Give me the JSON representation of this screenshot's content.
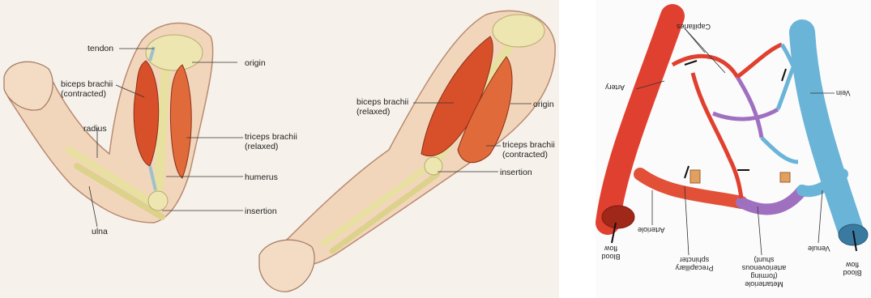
{
  "arm_flexed": {
    "tendon": "tendon",
    "origin": "origin",
    "biceps_1": "biceps brachii",
    "biceps_2": "(contracted)",
    "radius": "radius",
    "triceps_1": "triceps brachii",
    "triceps_2": "(relaxed)",
    "humerus": "humerus",
    "insertion": "insertion",
    "ulna": "ulna"
  },
  "arm_extended": {
    "biceps_1": "biceps brachii",
    "biceps_2": "(relaxed)",
    "origin": "origin",
    "triceps_1": "triceps brachii",
    "triceps_2": "(contracted)",
    "insertion": "insertion"
  },
  "vessels": {
    "capillaries": "Capillaries",
    "artery": "Artery",
    "vein": "Vein",
    "blood_flow_left_1": "Blood",
    "blood_flow_left_2": "flow",
    "arteriole": "Arteriole",
    "precapillary_1": "Precapillary",
    "precapillary_2": "sphincter",
    "metarteriole_1": "Metarteriole",
    "metarteriole_2": "(forming",
    "metarteriole_3": "arteriovenous",
    "metarteriole_4": "shunt)",
    "venule": "Venule",
    "blood_flow_right_1": "Blood",
    "blood_flow_right_2": "flow"
  },
  "colors": {
    "artery": "#e04030",
    "vein": "#6ab4d8",
    "shunt": "#a070c0",
    "muscle": "#d8502a",
    "bone": "#e8e0a0"
  }
}
